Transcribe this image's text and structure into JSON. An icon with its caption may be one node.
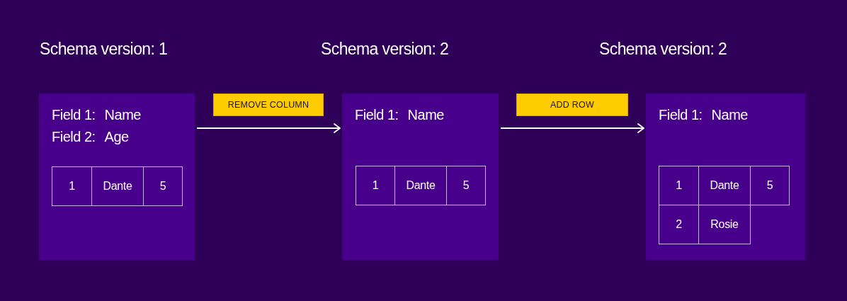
{
  "diagram": {
    "nodes": [
      {
        "text": [
          "Schema version: 1",
          "Field 1:",
          "Name",
          "Field 2:",
          "Age"
        ]
      },
      {
        "text": [
          "1"
        ],
        "in": 0
      },
      {
        "text": [
          "Dante"
        ],
        "in": 0
      },
      {
        "text": [
          "5"
        ],
        "in": 0
      },
      {
        "text": [
          "Schema version: 2",
          "Field 1:",
          "Name"
        ]
      },
      {
        "text": [
          "1"
        ],
        "in": 4
      },
      {
        "text": [
          "Dante"
        ],
        "in": 4
      },
      {
        "text": [
          "5"
        ],
        "in": 4
      },
      {
        "text": [
          "Schema version: 2",
          "Field 1:",
          "Name"
        ]
      },
      {
        "text": [
          "1"
        ],
        "in": 8
      },
      {
        "text": [
          "Dante"
        ],
        "in": 8
      },
      {
        "text": [
          "5"
        ],
        "in": 8
      },
      {
        "text": [
          "2"
        ],
        "in": 8
      },
      {
        "text": [
          "Rosie"
        ],
        "in": 8
      }
    ],
    "edges": [
      {
        "from": 0,
        "to": 4,
        "arrow": "to",
        "label": "REMOVE COLUMN"
      },
      {
        "from": 4,
        "to": 8,
        "arrow": "to",
        "label": "ADD ROW"
      }
    ]
  }
}
